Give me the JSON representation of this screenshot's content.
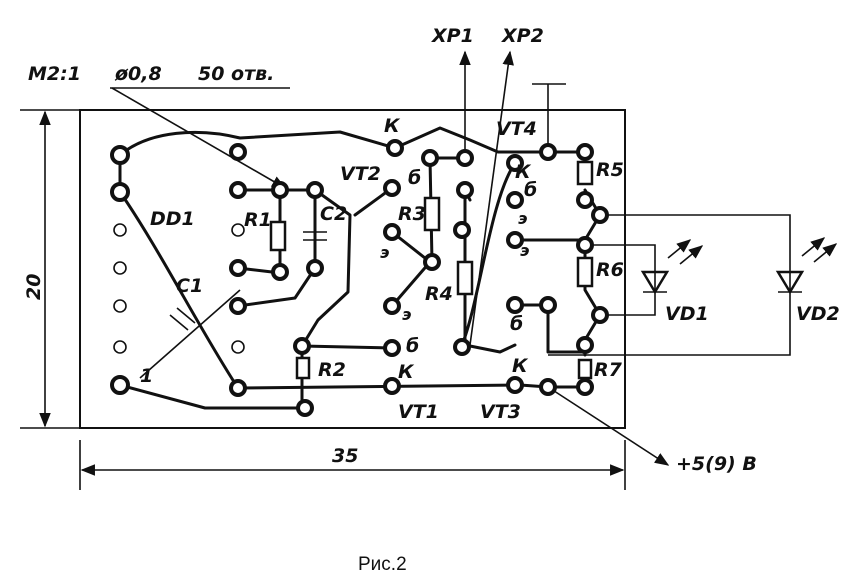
{
  "header": {
    "scale": "M2:1",
    "drill": "ø0,8",
    "holes": "50 отв."
  },
  "connectors": {
    "xp1": "XP1",
    "xp2": "XP2",
    "supply": "+5(9) B"
  },
  "dimensions": {
    "height": "20",
    "width": "35"
  },
  "components": {
    "dd1": "DD1",
    "c1": "C1",
    "c2": "C2",
    "r1": "R1",
    "r2": "R2",
    "r3": "R3",
    "r4": "R4",
    "r5": "R5",
    "r6": "R6",
    "r7": "R7",
    "vt1": "VT1",
    "vt2": "VT2",
    "vt3": "VT3",
    "vt4": "VT4",
    "vd1": "VD1",
    "vd2": "VD2",
    "pin1": "1"
  },
  "pins": {
    "k": "К",
    "b": "б",
    "e": "э"
  },
  "caption": "Рис.2"
}
